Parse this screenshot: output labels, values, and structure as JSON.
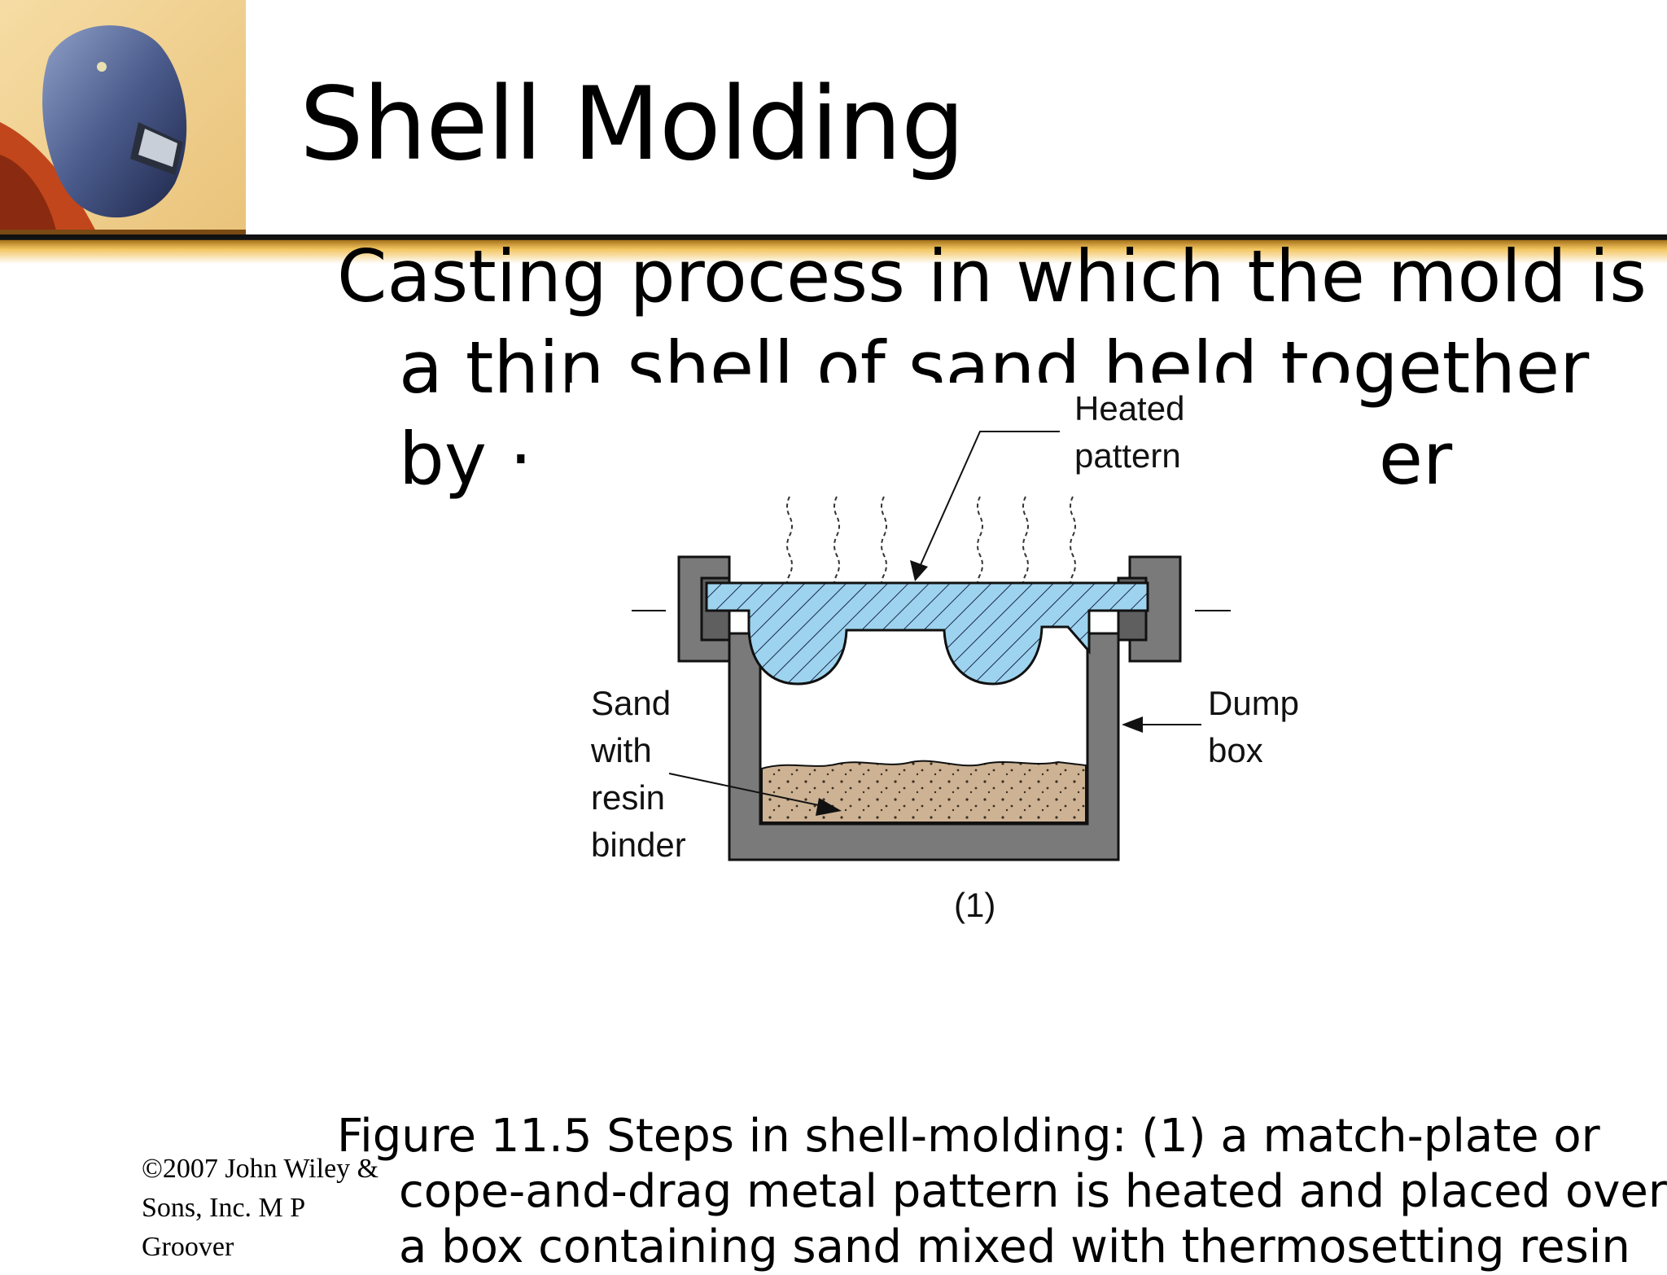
{
  "slide": {
    "title": "Shell Molding",
    "body_lines": [
      "Casting process in which the mold is",
      "a thin shell of sand held together",
      "by ·",
      "er"
    ],
    "caption_lines": [
      "Figure 11.5  Steps in shell-molding: (1) a match-plate or",
      "cope-and-drag metal pattern is heated and placed over",
      "a box containing sand mixed with thermosetting resin"
    ],
    "copyright_lines": [
      "©2007 John Wiley &",
      "Sons, Inc.  M P",
      "Groover"
    ]
  },
  "figure": {
    "label_heated": "Heated",
    "label_pattern": "pattern",
    "label_dump": "Dump",
    "label_box": "box",
    "label_sand": "Sand",
    "label_with": "with",
    "label_resin": "resin",
    "label_binder": "binder",
    "step_label": "(1)"
  },
  "colors": {
    "pattern_blue": "#9dd3ee",
    "box_gray": "#7a7a7a",
    "sand_tan": "#cdb394",
    "rule_gold": "#d9a441"
  }
}
